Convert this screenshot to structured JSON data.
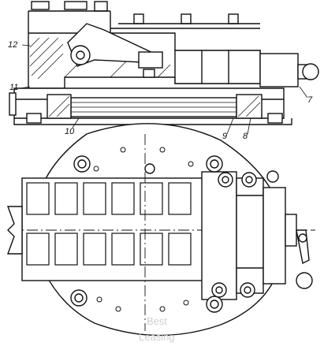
{
  "drawing": {
    "callouts": [
      "12",
      "11",
      "10",
      "9",
      "8",
      "7"
    ],
    "watermark": {
      "line1": "Best",
      "line2": "Leasing"
    }
  }
}
